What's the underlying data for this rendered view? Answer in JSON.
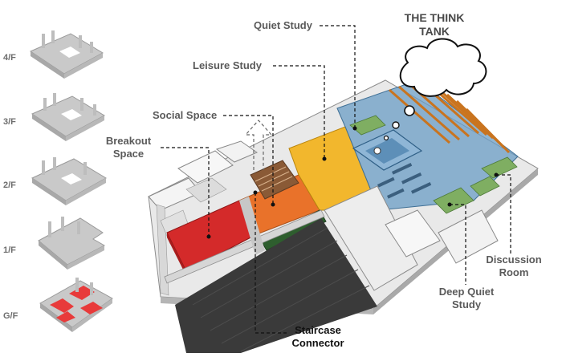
{
  "floors": [
    {
      "id": "4f",
      "label": "4/F"
    },
    {
      "id": "3f",
      "label": "3/F"
    },
    {
      "id": "2f",
      "label": "2/F"
    },
    {
      "id": "1f",
      "label": "1/F"
    },
    {
      "id": "gf",
      "label": "G/F"
    }
  ],
  "zones": {
    "quiet_study": "Quiet Study",
    "think_tank": "THE THINK TANK",
    "leisure_study": "Leisure Study",
    "social_space": "Social Space",
    "breakout_space": "Breakout Space",
    "staircase_connector": "Staircase Connector",
    "deep_quiet_study": "Deep Quiet Study",
    "discussion_room": "Discussion Room"
  },
  "colors": {
    "breakout": "#d42a2a",
    "social": "#e9722a",
    "leisure": "#f2b21c",
    "quiet": "#6a9cc4",
    "highlight": "#e83a3a",
    "floor_gray": "#c9c9c9"
  }
}
